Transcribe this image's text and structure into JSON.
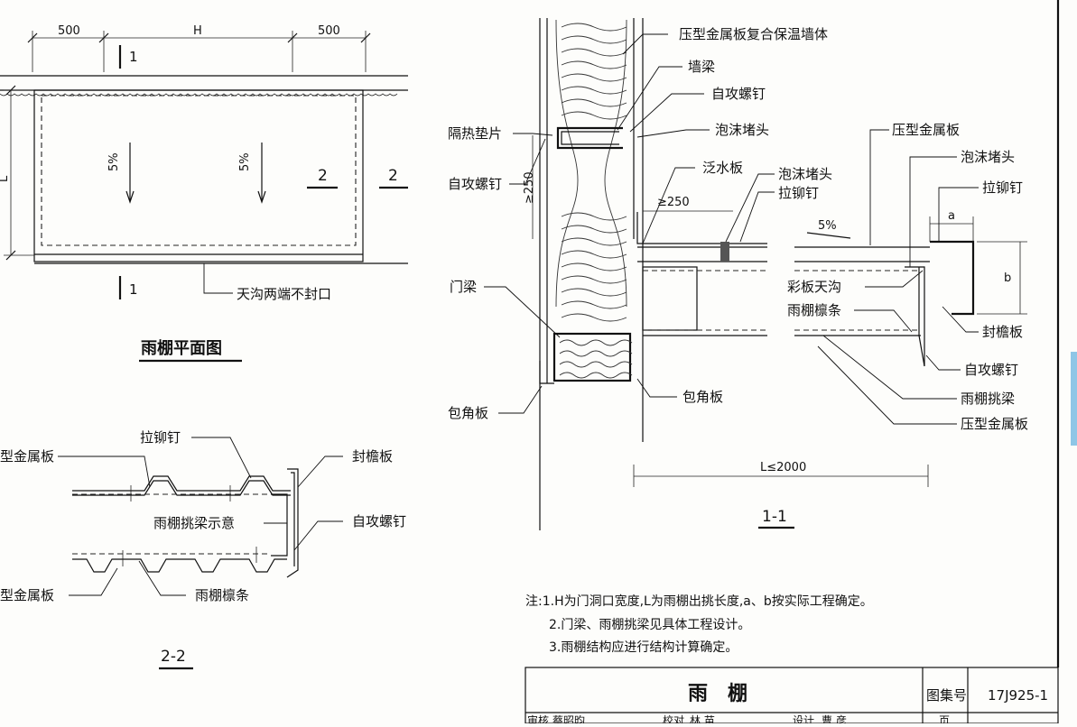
{
  "plan": {
    "dim_left": "500",
    "dim_mid": "H",
    "dim_right": "500",
    "dim_height": "L",
    "section_mark": "1",
    "section_mark_bottom": "1",
    "slope_left": "5%",
    "slope_right": "5%",
    "section_2_left": "2",
    "section_2_right": "2",
    "gutter_note": "天沟两端不封口",
    "title": "雨棚平面图"
  },
  "section22": {
    "label_rivet": "拉铆钉",
    "label_metal_top": "型金属板",
    "label_fascia": "封檐板",
    "label_beam": "雨棚挑梁示意",
    "label_screw": "自攻螺钉",
    "label_metal_bottom": "型金属板",
    "label_purlin": "雨棚檩条",
    "title": "2-2"
  },
  "section11": {
    "wall_label": "压型金属板复合保温墙体",
    "wall_beam": "墙梁",
    "screw_top": "自攻螺钉",
    "insul_pad": "隔热垫片",
    "foam_cap_1": "泡沫堵头",
    "screw_left": "自攻螺钉",
    "dim_250_v": "≥250",
    "flashing": "泛水板",
    "foam_cap_2": "泡沫堵头",
    "rivet": "拉铆钉",
    "dim_250_h": "≥250",
    "slope": "5%",
    "metal_sheet_top": "压型金属板",
    "foam_cap_3": "泡沫堵头",
    "rivet_right": "拉铆钉",
    "dim_a": "a",
    "dim_b": "b",
    "door_beam": "门梁",
    "gutter": "彩板天沟",
    "purlin": "雨棚檩条",
    "fascia": "封檐板",
    "screw_right": "自攻螺钉",
    "canopy_beam": "雨棚挑梁",
    "metal_sheet_bottom": "压型金属板",
    "corner_left": "包角板",
    "corner_bottom": "包角板",
    "dim_L": "L≤2000",
    "title": "1-1"
  },
  "notes": {
    "line1": "注:1.H为门洞口宽度,L为雨棚出挑长度,a、b按实际工程确定。",
    "line2": "2.门梁、雨棚挑梁见具体工程设计。",
    "line3": "3.雨棚结构应进行结构计算确定。"
  },
  "titleblock": {
    "title": "雨　棚",
    "atlas_label": "图集号",
    "atlas_no": "17J925-1",
    "row_review": "审核",
    "row_reviewer": "蔡昭昀",
    "row_check": "校对",
    "row_checker": "林 苗",
    "row_design": "设计",
    "row_designer": "曹 彦",
    "row_page": "页"
  }
}
